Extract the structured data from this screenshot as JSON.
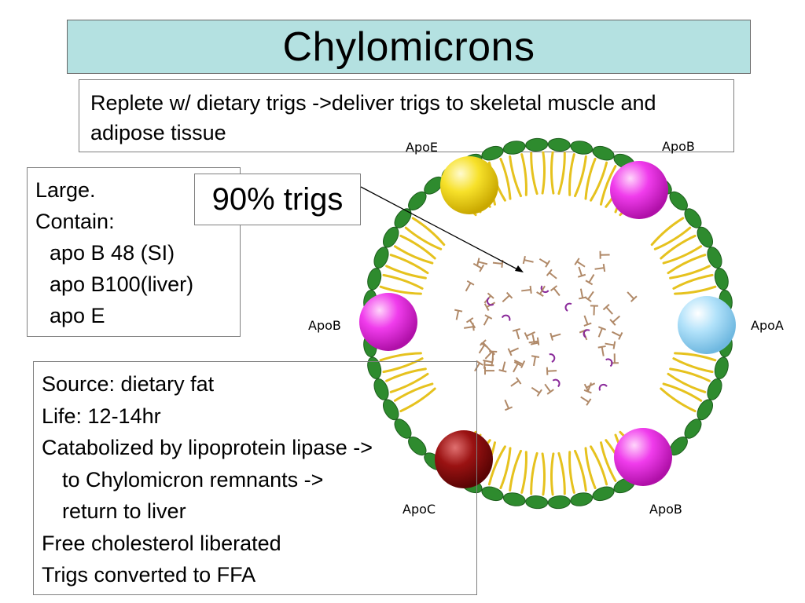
{
  "slide": {
    "title": "Chylomicrons",
    "summary": "Replete w/ dietary trigs ->deliver trigs to skeletal muscle and adipose tissue",
    "composition": {
      "lines": [
        "Large.",
        "Contain:",
        "apo B 48 (SI)",
        "apo B100(liver)",
        "apo E"
      ]
    },
    "trig_callout": "90% trigs",
    "facts": {
      "lines": [
        "Source: dietary fat",
        "Life: 12-14hr",
        "Catabolized by lipoprotein lipase ->",
        "to Chylomicron remnants ->",
        "return to liver",
        "Free cholesterol liberated",
        "Trigs converted to FFA"
      ]
    }
  },
  "diagram": {
    "apo_labels": {
      "top_left": "ApoE",
      "top_right": "ApoB",
      "left": "ApoB",
      "right": "ApoA",
      "bottom_left": "ApoC",
      "bottom_right": "ApoB"
    },
    "colors": {
      "apoE": "#f4d800",
      "apoB": "#ee1ee8",
      "apoA": "#9dd8f5",
      "apoC": "#8e0a0a",
      "phospholipid_head": "#2e8b2e",
      "phospholipid_tail": "#e6c21e",
      "triglyceride": "#b08968",
      "cholesterol": "#8a2a9a"
    }
  }
}
